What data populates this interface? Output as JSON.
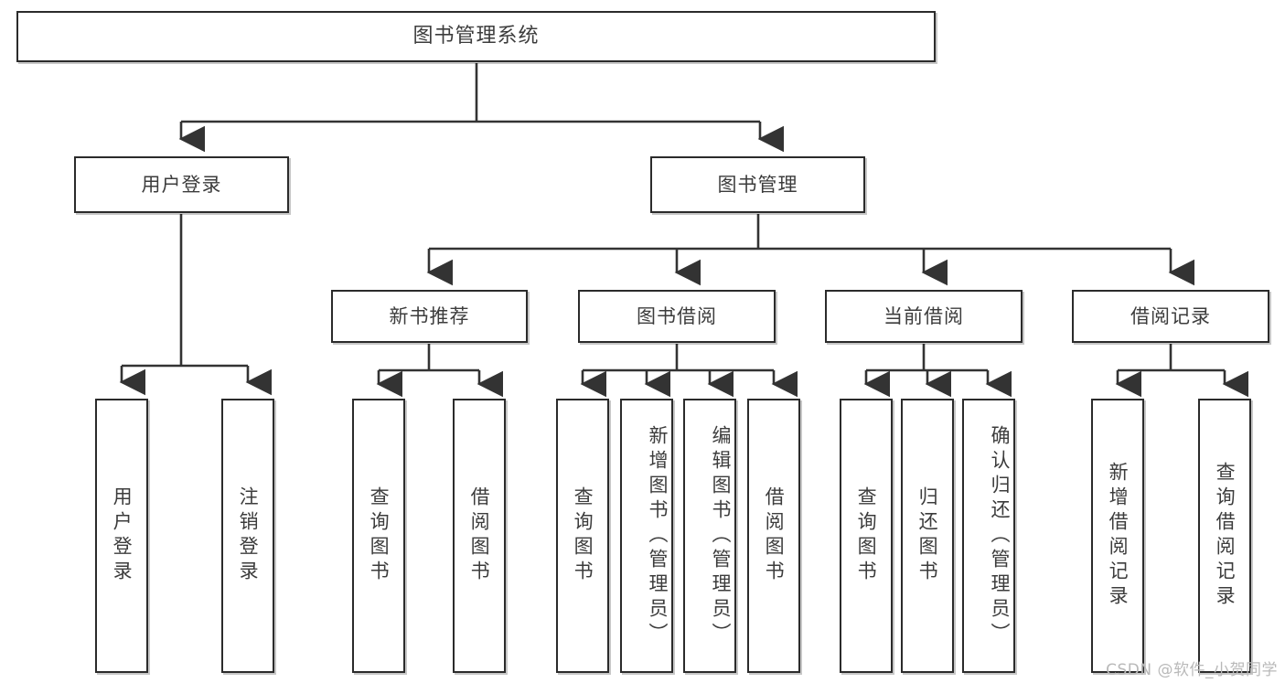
{
  "diagram": {
    "type": "tree-hierarchy",
    "title": "图书管理系统",
    "root": {
      "label": "图书管理系统"
    },
    "level2": [
      {
        "id": "user-login",
        "label": "用户登录"
      },
      {
        "id": "book-manage",
        "label": "图书管理"
      }
    ],
    "level3": [
      {
        "id": "new-book-recommend",
        "label": "新书推荐",
        "parent": "book-manage"
      },
      {
        "id": "book-borrow",
        "label": "图书借阅",
        "parent": "book-manage"
      },
      {
        "id": "current-borrow",
        "label": "当前借阅",
        "parent": "book-manage"
      },
      {
        "id": "borrow-record",
        "label": "借阅记录",
        "parent": "book-manage"
      }
    ],
    "leaves": [
      {
        "id": "leaf-user-login",
        "label": "用户登录",
        "parent": "user-login"
      },
      {
        "id": "leaf-logout-login",
        "label": "注销登录",
        "parent": "user-login"
      },
      {
        "id": "leaf-query-book-1",
        "label": "查询图书",
        "parent": "new-book-recommend"
      },
      {
        "id": "leaf-borrow-book-1",
        "label": "借阅图书",
        "parent": "new-book-recommend"
      },
      {
        "id": "leaf-query-book-2",
        "label": "查询图书",
        "parent": "book-borrow"
      },
      {
        "id": "leaf-add-book",
        "label": "新增图书（管理员）",
        "parent": "book-borrow"
      },
      {
        "id": "leaf-edit-book",
        "label": "编辑图书（管理员）",
        "parent": "book-borrow"
      },
      {
        "id": "leaf-borrow-book-2",
        "label": "借阅图书",
        "parent": "book-borrow"
      },
      {
        "id": "leaf-query-book-3",
        "label": "查询图书",
        "parent": "current-borrow"
      },
      {
        "id": "leaf-return-book",
        "label": "归还图书",
        "parent": "current-borrow"
      },
      {
        "id": "leaf-confirm-return",
        "label": "确认归还（管理员）",
        "parent": "current-borrow"
      },
      {
        "id": "leaf-add-record",
        "label": "新增借阅记录",
        "parent": "borrow-record"
      },
      {
        "id": "leaf-query-record",
        "label": "查询借阅记录",
        "parent": "borrow-record"
      }
    ],
    "colors": {
      "border": "#2b2b2b",
      "text": "#3c3c3c",
      "background": "#ffffff",
      "connector": "#333333",
      "watermark": "#b9b9b9"
    }
  },
  "watermark": {
    "text": "CSDN @软件_小贺同学"
  }
}
